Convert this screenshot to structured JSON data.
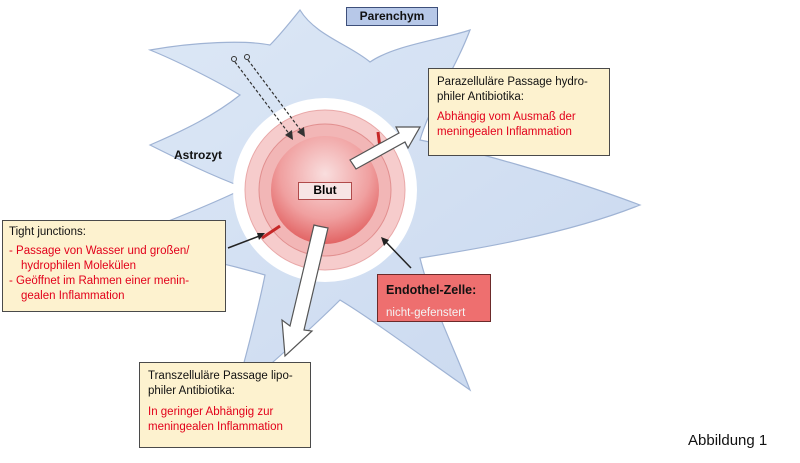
{
  "labels": {
    "parenchym": "Parenchym",
    "astrozyt": "Astrozyt",
    "blut": "Blut"
  },
  "paracellular": {
    "title": "Parazelluläre  Passage hydro-\nphiler Antibiotika:",
    "detail": "Abhängig vom Ausmaß der\nmeningealen Inflammation"
  },
  "tight_junctions": {
    "title": "Tight junctions:",
    "items": [
      "Passage von Wasser und großen/\nhydrophilen  Molekülen",
      "Geöffnet im Rahmen einer menin-\ngealen Inflammation"
    ]
  },
  "endothel": {
    "title": "Endothel-Zelle:",
    "subtitle": "nicht-gefenstert"
  },
  "transcellular": {
    "title": "Transzelluläre  Passage lipo-\nphiler Antibiotika:",
    "detail": "In geringer Abhängig  zur\nmeningealen Inflammation"
  },
  "caption": "Abbildung 1",
  "colors": {
    "astrocyte_fill": "#d5e2f3",
    "astrocyte_stroke": "#8fa6c9",
    "outer_ring": "#f3c2c2",
    "middle_ring": "#f0aeae",
    "lumen_top": "#f6c9c9",
    "lumen_bottom": "#e05a5a",
    "annotation_red": "#e2001a",
    "box_yellow": "#fdf2cf",
    "endothel_box": "#ee6f6f"
  }
}
